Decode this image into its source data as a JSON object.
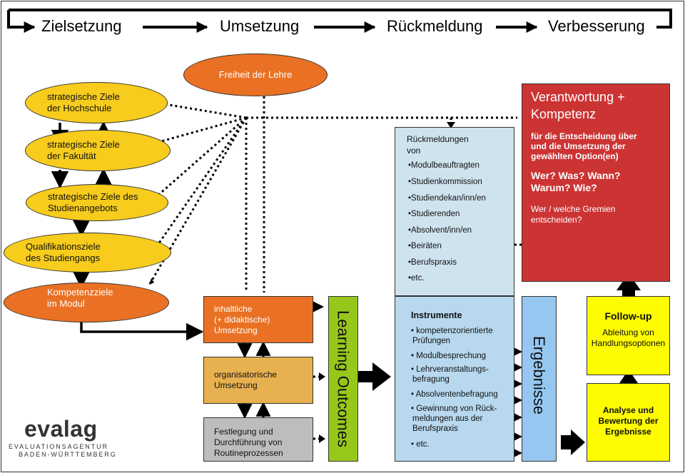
{
  "process_steps": [
    "Zielsetzung",
    "Umsetzung",
    "Rückmeldung",
    "Verbesserung"
  ],
  "freedom": "Freiheit der Lehre",
  "goals": [
    [
      "strategische Ziele",
      "der Hochschule"
    ],
    [
      "strategische Ziele",
      "der Fakultät"
    ],
    [
      "strategische Ziele des",
      "Studienangebots"
    ],
    [
      "Qualifikationsziele",
      "des Studiengangs"
    ],
    [
      "Kompetenzziele",
      "im Modul"
    ]
  ],
  "implementation": {
    "content": [
      "inhaltliche",
      "(+ didaktische)",
      "Umsetzung"
    ],
    "organisational": [
      "organisatorische",
      "Umsetzung"
    ],
    "routine": [
      "Festlegung und",
      "Durchführung von",
      "Routineprozessen"
    ]
  },
  "learning_outcomes": "Learning Outcomes",
  "feedback": {
    "title": [
      "Rückmeldungen",
      "von"
    ],
    "items": [
      "•Modulbeauftragten",
      "•Studienkommission",
      "•Studiendekan/inn/en",
      "•Studierenden",
      "•Absolvent/inn/en",
      "•Beiräten",
      "•Berufspraxis",
      "•etc."
    ]
  },
  "instruments": {
    "title": "Instrumente",
    "items": [
      [
        "• kompetenzorientierte",
        "Prüfungen"
      ],
      [
        "• Modulbesprechung"
      ],
      [
        "• Lehrveranstaltungs-",
        "befragung"
      ],
      [
        "• Absolventenbefragung"
      ],
      [
        "• Gewinnung von Rück-",
        "meldungen aus der",
        "Berufspraxis"
      ],
      [
        "• etc."
      ]
    ]
  },
  "results": "Ergebnisse",
  "responsibility": {
    "title": [
      "Verantwortung +",
      "Kompetenz"
    ],
    "text1": [
      "für die Entscheidung über",
      "und die Umsetzung der",
      "gewählten Option(en)"
    ],
    "text2": [
      "Wer? Was? Wann?",
      "Warum? Wie?"
    ],
    "text3": [
      "Wer / welche Gremien",
      "entscheiden?"
    ]
  },
  "followup": {
    "title": "Follow-up",
    "text": [
      "Ableitung von",
      "Handlungsoptionen"
    ]
  },
  "analysis": [
    "Analyse und",
    "Bewertung der",
    "Ergebnisse"
  ],
  "logo": {
    "name": "evalag",
    "line1": "EVALUATIONSAGENTUR",
    "line2": "BADEN-WÜRTTEMBERG"
  },
  "colors": {
    "yellow": "#f7cc1c",
    "orange": "#ea7123",
    "light_orange": "#e8b150",
    "gray": "#bdbdbd",
    "green": "#98c71c",
    "light_blue": "#cfe3ef",
    "blue": "#b7d8ee",
    "bright_blue": "#95c7f0",
    "red": "#cc3434",
    "bright_yellow": "#fffb00"
  }
}
